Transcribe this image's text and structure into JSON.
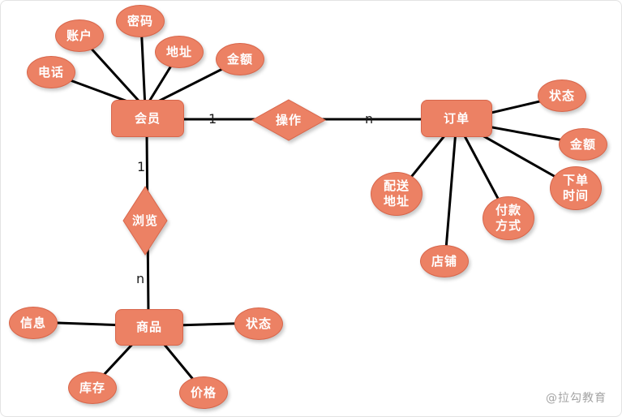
{
  "diagram": {
    "member": {
      "label": "会员",
      "attributes": [
        "账户",
        "密码",
        "地址",
        "金额",
        "电话"
      ]
    },
    "order": {
      "label": "订单",
      "attributes": [
        "状态",
        "金额",
        "下单时间",
        "付款方式",
        "店铺",
        "配送地址"
      ]
    },
    "product": {
      "label": "商品",
      "attributes": [
        "信息",
        "状态",
        "库存",
        "价格"
      ]
    },
    "relationships": {
      "operate": {
        "label": "操作",
        "left_cardinality": "1",
        "right_cardinality": "n"
      },
      "browse": {
        "label": "浏览",
        "top_cardinality": "1",
        "bottom_cardinality": "n"
      }
    },
    "colors": {
      "node_fill": "#EC8164",
      "node_border": "#D8664B",
      "line": "#000000",
      "node_text": "#FFFFFF"
    }
  },
  "watermark": "@拉勾教育"
}
